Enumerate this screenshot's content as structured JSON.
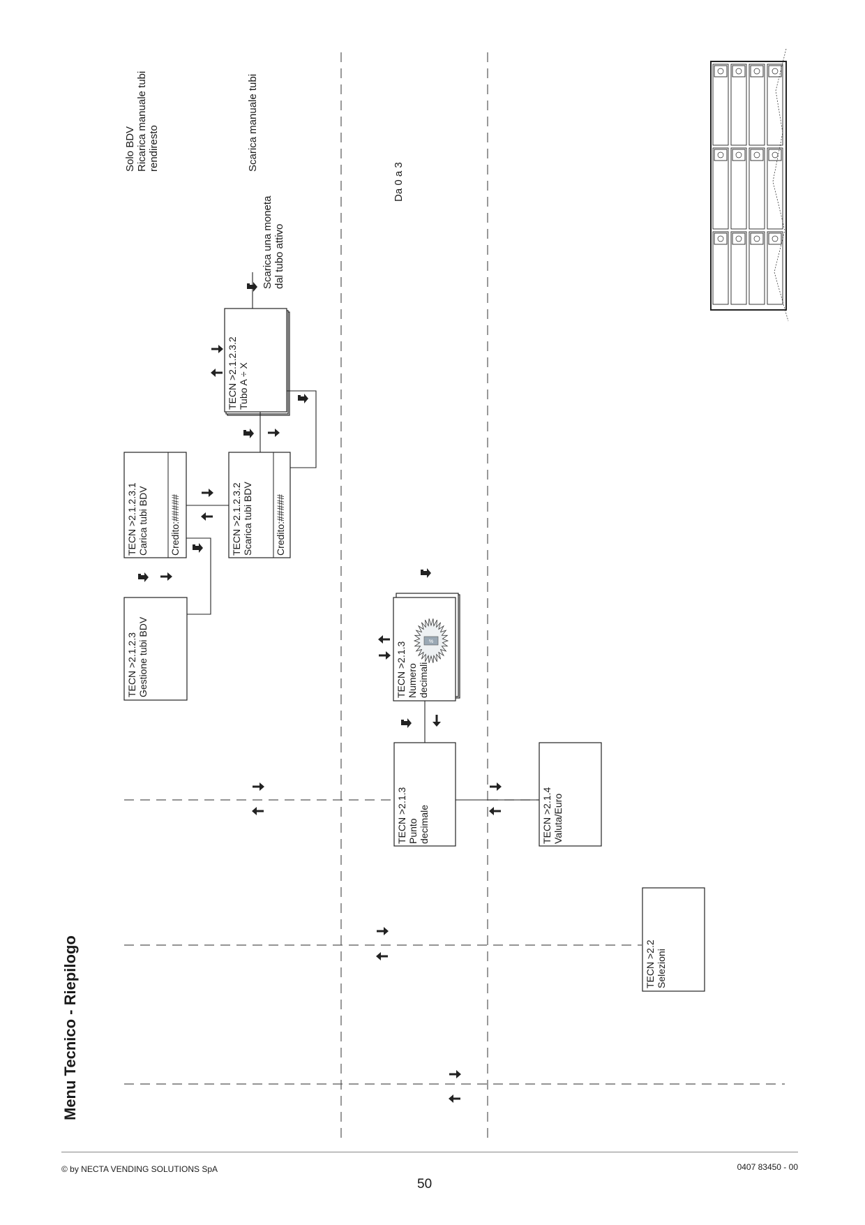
{
  "page": {
    "title": "Menu  Tecnico  - Riepilogo",
    "copyright": "© by NECTA VENDING SOLUTIONS SpA",
    "page_number": "50",
    "doc_code": "0407 83450 - 00"
  },
  "boxes": {
    "gestione": {
      "lines": [
        "TECN >2.1.2.3",
        "Gestione tubi BDV"
      ]
    },
    "carica": {
      "lines": [
        "TECN >2.1.2.3.1",
        "Carica tubi BDV"
      ],
      "credit": "Credito:#####"
    },
    "scarica": {
      "lines": [
        "TECN >2.1.2.3.2",
        "Scarica  tubi BDV"
      ],
      "credit": "Credito:#####"
    },
    "tubo": {
      "lines": [
        "TECN >2.1.2.3.2",
        "Tubo A ÷ X"
      ]
    },
    "numero": {
      "lines": [
        "TECN >2.1.3",
        "Numero",
        "decimali"
      ]
    },
    "punto": {
      "lines": [
        "TECN >2.1.3",
        "Punto",
        "decimale"
      ]
    },
    "valuta": {
      "lines": [
        "TECN >2.1.4",
        "Valuta/Euro"
      ]
    },
    "selezioni": {
      "lines": [
        "TECN >2.2",
        "Selezioni"
      ]
    }
  },
  "notes": {
    "solo_bdv": [
      "Solo BDV",
      "Ricarica manuale tubi",
      "rendiresto"
    ],
    "scarica_manuale": [
      "Scarica manuale tubi"
    ],
    "scarica_moneta": [
      "Scarica una moneta",
      "dal tubo attivo"
    ],
    "da_0_a_3": [
      "Da 0 a 3"
    ]
  },
  "icons": {
    "arrow_right": "→",
    "arrow_left": "←",
    "arrow_up": "↑",
    "arrow_down": "↓",
    "enter": "↵"
  },
  "colors": {
    "line": "#333333",
    "dash": "#555555",
    "burst": "#9aa8b4"
  }
}
